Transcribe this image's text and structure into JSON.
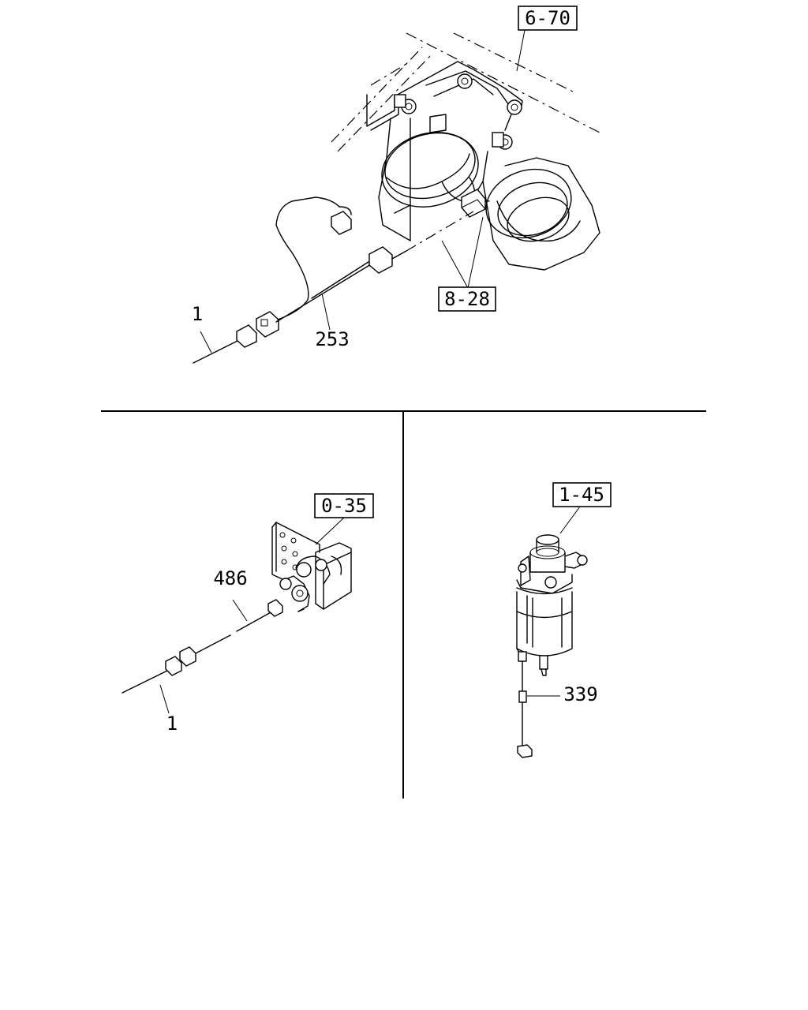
{
  "references": {
    "ref_top": "6-70",
    "ref_horns": "8-28",
    "ref_left": "0-35",
    "ref_right": "1-45"
  },
  "parts": {
    "top_wire": "1",
    "top_harness": "253",
    "left_harness": "486",
    "left_wire": "1",
    "right_harness": "339"
  }
}
